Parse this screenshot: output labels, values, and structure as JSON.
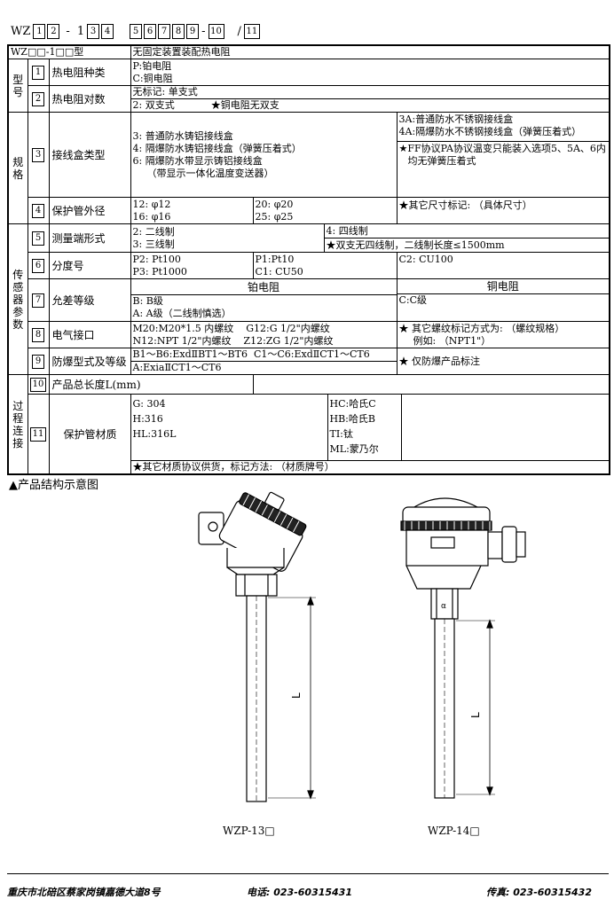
{
  "model_code": {
    "prefix": "WZ",
    "boxes_a": [
      "1",
      "2"
    ],
    "dash1": "-",
    "boxes_b": [
      "3",
      "4"
    ],
    "boxes_c": [
      "5",
      "6",
      "7",
      "8",
      "9"
    ],
    "dash2": "-",
    "box_10": "10",
    "slash": "/",
    "box_11": "11"
  },
  "table": {
    "head_left": "WZ□□-1□□型",
    "head_right": "无固定装置装配热电阻",
    "groups": {
      "model": "型号",
      "spec": "规格",
      "sensor": "传感器参数",
      "process": "过程连接"
    },
    "rows": {
      "r1": {
        "num": "1",
        "name": "热电阻种类",
        "lines": [
          "P:铂电阻",
          "C:铜电阻"
        ]
      },
      "r2": {
        "num": "2",
        "name": "热电阻对数",
        "line1": "无标记:  单支式",
        "line2a": "2:  双支式",
        "line2b": "★铜电阻无双支"
      },
      "r3": {
        "num": "3",
        "name": "接线盒类型",
        "left": [
          "3: 普通防水铸铝接线盒",
          "4: 隔爆防水铸铝接线盒（弹簧压着式）",
          "6: 隔爆防水带显示铸铝接线盒",
          "（带显示一体化温度变送器）"
        ],
        "right_top": [
          "3A:普通防水不锈钢接线盒",
          "4A:隔爆防水不锈钢接线盒（弹簧压着式）"
        ],
        "right_bottom": [
          "★FF协议PA协议温变只能装入选项5、5A、6内",
          "均无弹簧压着式"
        ]
      },
      "r4": {
        "num": "4",
        "name": "保护管外径",
        "c1": [
          "12:  φ12",
          "16:  φ16"
        ],
        "c2": [
          "20:  φ20",
          "25:  φ25"
        ],
        "c3": "★其它尺寸标记: （具体尺寸）"
      },
      "r5": {
        "num": "5",
        "name": "测量端形式",
        "c1": [
          "2: 二线制",
          "3: 三线制"
        ],
        "c2": "4: 四线制",
        "c2b": "★双支无四线制，二线制长度≤1500mm"
      },
      "r6": {
        "num": "6",
        "name": "分度号",
        "c1": [
          "P2:  Pt100",
          "P3:  Pt1000"
        ],
        "c2": [
          "P1:Pt10",
          "C1: CU50"
        ],
        "c3": "C2: CU100"
      },
      "r7": {
        "num": "7",
        "name": "允差等级",
        "head1": "铂电阻",
        "head2": "铜电阻",
        "c1": [
          "B: B级",
          "A: A级（二线制慎选）"
        ],
        "c2": "C:C级"
      },
      "r8": {
        "num": "8",
        "name": "电气接口",
        "c1": [
          "M20:M20*1.5 内螺纹    G12:G 1/2\"内螺纹",
          "N12:NPT 1/2\"内螺纹    Z12:ZG 1/2\"内螺纹"
        ],
        "c2": [
          "★ 其它螺纹标记方式为: （螺纹规格）",
          "例如: （NPT1\"）"
        ]
      },
      "r9": {
        "num": "9",
        "name": "防爆型式及等级",
        "c1": [
          "B1～B6:ExdⅡBT1～BT6  C1～C6:ExdⅡCT1～CT6",
          "A:ExiaⅡCT1～CT6"
        ],
        "c2": "★ 仅防爆产品标注"
      },
      "r10": {
        "num": "10",
        "name": "产品总长度L(mm)"
      },
      "r11": {
        "num": "11",
        "name": "保护管材质",
        "c1": [
          "G: 304",
          "H:316",
          "HL:316L"
        ],
        "c2": [
          "HC:哈氏C",
          "HB:哈氏B",
          "TI:钛",
          "ML:蒙乃尔"
        ],
        "note": "★其它材质协议供货，标记方法: （材质牌号）"
      }
    }
  },
  "diagram": {
    "caption": "▲产品结构示意图",
    "dim_label": "L",
    "label_left": "WZP-13□",
    "label_right": "WZP-14□"
  },
  "footer": {
    "address": "重庆市北碚区蔡家岗镇嘉德大道8号",
    "phone": "电话: 023-60315431",
    "fax": "传真: 023-60315432"
  }
}
